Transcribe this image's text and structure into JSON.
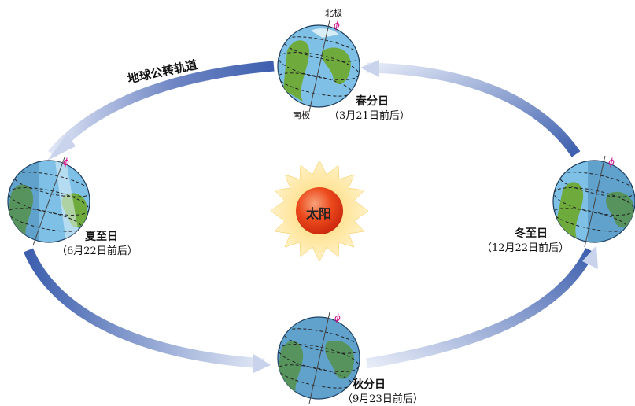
{
  "orbit": {
    "label": "地球公转轨道"
  },
  "sun": {
    "label": "太阳"
  },
  "poles": {
    "north": "北极",
    "south": "南极",
    "axis_symbol": "ϕ"
  },
  "events": {
    "spring": {
      "name": "春分日",
      "date": "（3月21日前后）"
    },
    "summer": {
      "name": "夏至日",
      "date": "（6月22日前后）"
    },
    "autumn": {
      "name": "秋分日",
      "date": "（9月23日前后）"
    },
    "winter": {
      "name": "冬至日",
      "date": "（12月22日前后）"
    }
  },
  "colors": {
    "orbit_dark": "#3d5fae",
    "orbit_light": "#c9d3ec",
    "ocean": "#7fc0e6",
    "land": "#6faa3d",
    "night_shade": "#2c6a9c",
    "sun_core": "#e8401a",
    "sun_rays": "#fbd36a",
    "axis": "#d4148f"
  }
}
